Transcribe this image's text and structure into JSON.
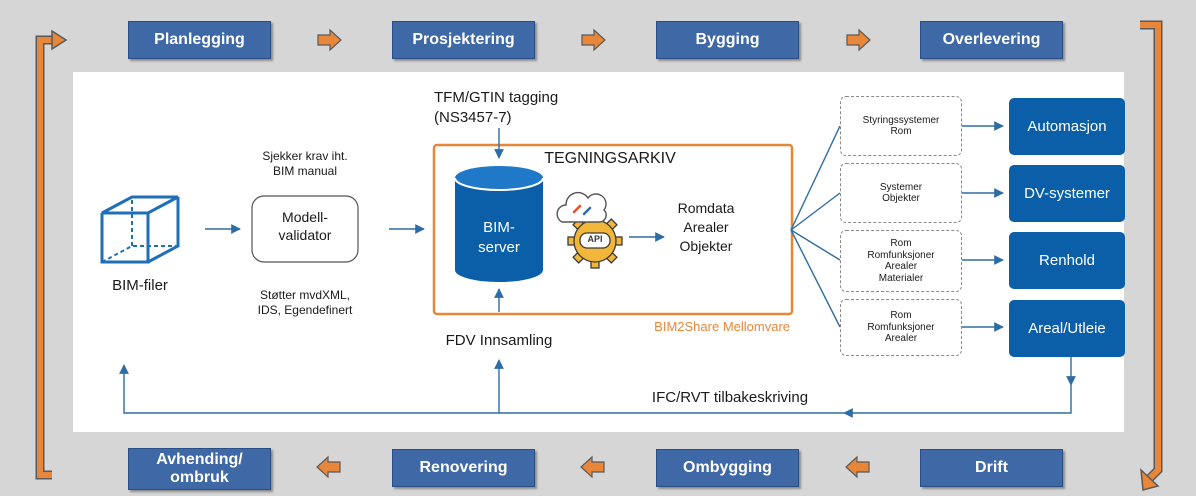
{
  "phases_top": [
    "Planlegging",
    "Prosjektering",
    "Bygging",
    "Overlevering"
  ],
  "phases_bottom": [
    "Avhending/\nombruk",
    "Renovering",
    "Ombygging",
    "Drift"
  ],
  "bim_files": "BIM-filer",
  "check_text": "Sjekker krav iht.\nBIM manual",
  "validator": "Modell-\nvalidator",
  "supports_text": "Støtter mvdXML,\nIDS, Egendefinert",
  "tfm_text": "TFM/GTIN tagging\n(NS3457-7)",
  "archive_title": "TEGNINGSARKIV",
  "bim_server": "BIM-\nserver",
  "api_label": "API",
  "romdata": "Romdata\nArealer\nObjekter",
  "middleware": "BIM2Share Mellomvare",
  "fdv": "FDV Innsamling",
  "writeback": "IFC/RVT tilbakeskriving",
  "dashed_boxes": [
    "Styringssystemer\nRom",
    "Systemer\nObjekter",
    "Rom\nRomfunksjoner\nArealer\nMaterialer",
    "Rom\nRomfunksjoner\nArealer"
  ],
  "targets": [
    "Automasjon",
    "DV-systemer",
    "Renhold",
    "Areal/Utleie"
  ],
  "icons": [
    "cube-icon",
    "database-icon",
    "api-gear-icon",
    "cloud-icon",
    "arrow-right-icon",
    "arrow-left-icon",
    "cycle-arrow-icon"
  ],
  "colors": {
    "phase": "#3f68a6",
    "orange": "#e8873a",
    "target": "#0a5fa8",
    "line": "#2e6da4"
  }
}
